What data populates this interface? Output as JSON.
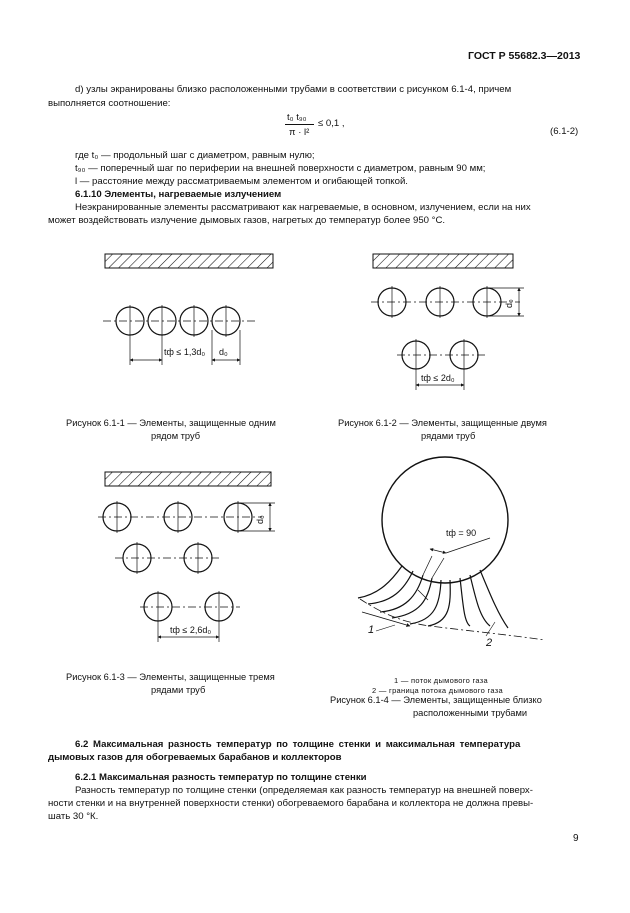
{
  "header": {
    "code": "ГОСТ Р 55682.3—2013"
  },
  "para_d": {
    "line1": "d) узлы экранированы близко расположенными трубами в соответствии с рисунком 6.1-4, причем",
    "line2": "выполняется соотношение:"
  },
  "formula": {
    "numerator": "t₀ t₉₀",
    "denominator": "π · l²",
    "relation": "≤ 0,1 ,",
    "number": "(6.1-2)"
  },
  "where": [
    "где t₀ — продольный шаг с диаметром, равным нулю;",
    "t₉₀ — поперечный шаг по периферии на внешней поверхности с диаметром, равным 90 мм;",
    "l — расстояние между рассматриваемым элементом и огибающей топкой."
  ],
  "section_6_1_10": {
    "heading": "6.1.10 Элементы, нагреваемые излучением",
    "line1": "Неэкранированные элементы рассматривают как нагреваемые, в основном, излучением, если на них",
    "line2": "может воздействовать излучение дымовых газов, нагретых до температур более 950 °С."
  },
  "figures": {
    "fig1": {
      "label1": "tф ≤ 1,3d₀",
      "label2": "d₀",
      "caption1": "Рисунок 6.1-1 — Элементы, защищенные одним",
      "caption2": "рядом труб"
    },
    "fig2": {
      "label1": "d₀",
      "label2": "tф ≤ 2d₀",
      "caption1": "Рисунок 6.1-2 — Элементы, защищенные двумя",
      "caption2": "рядами труб"
    },
    "fig3": {
      "label1": "d₀",
      "label2": "tф ≤ 2,6d₀",
      "caption1": "Рисунок 6.1-3 — Элементы, защищенные тремя",
      "caption2": "рядами труб"
    },
    "fig4": {
      "label_t": "tф = 90",
      "label_1": "1",
      "label_2": "2",
      "legend1": "1 — поток дымового газа",
      "legend2": "2 — граница потока дымового газа",
      "caption1": "Рисунок 6.1-4 — Элементы, защищенные близко",
      "caption2": "расположенными трубами"
    }
  },
  "section_6_2": {
    "line1": "6.2 Максимальная разность температур по толщине стенки и максимальная температура",
    "line2": "дымовых газов для обогреваемых барабанов и коллекторов"
  },
  "section_6_2_1": {
    "heading": "6.2.1 Максимальная разность температур по толщине стенки",
    "line1": "Разность температур по толщине стенки (определяемая как разность температур на внешней поверх-",
    "line2": "ности стенки и на внутренней поверхности стенки) обогреваемого барабана и коллектора не должна превы-",
    "line3": "шать 30 °К."
  },
  "footer": {
    "page": "9"
  }
}
